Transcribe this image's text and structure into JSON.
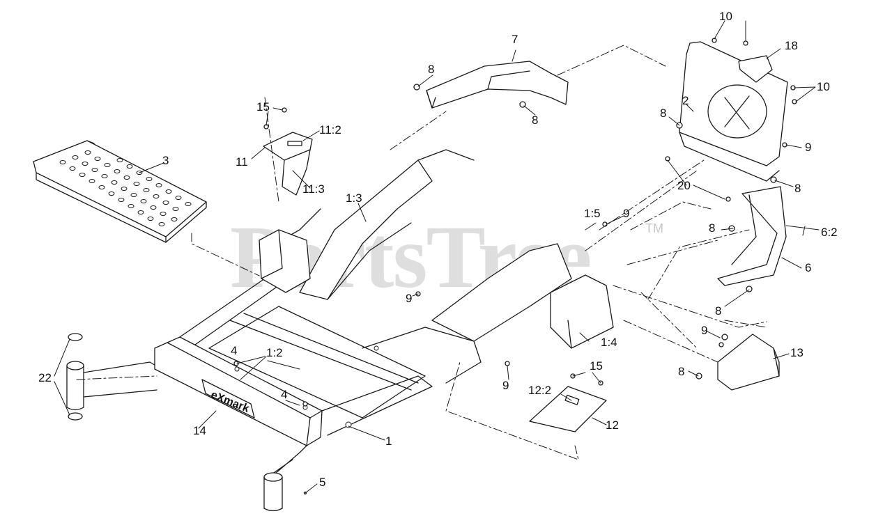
{
  "watermark": {
    "brand": "PartsTree",
    "tm": "TM"
  },
  "colors": {
    "line": "#1a1a1a",
    "watermark": "#d4d4d4"
  },
  "callouts": {
    "c1": "1",
    "c1_2": "1:2",
    "c1_3": "1:3",
    "c1_4": "1:4",
    "c1_5": "1:5",
    "c2": "2",
    "c3": "3",
    "c4a": "4",
    "c4b": "4",
    "c5": "5",
    "c6": "6",
    "c6_2": "6:2",
    "c7": "7",
    "c8a": "8",
    "c8b": "8",
    "c8c": "8",
    "c8d": "8",
    "c8e": "8",
    "c8f": "8",
    "c8g": "8",
    "c9a": "9",
    "c9b": "9",
    "c9c": "9",
    "c9d": "9",
    "c9e": "9",
    "c10a": "10",
    "c10b": "10",
    "c11": "11",
    "c11_2": "11:2",
    "c11_3": "11:3",
    "c12": "12",
    "c12_2": "12:2",
    "c13": "13",
    "c14": "14",
    "c15a": "15",
    "c15b": "15",
    "c18": "18",
    "c20": "20",
    "c22": "22"
  },
  "decal_text": "eXmark"
}
